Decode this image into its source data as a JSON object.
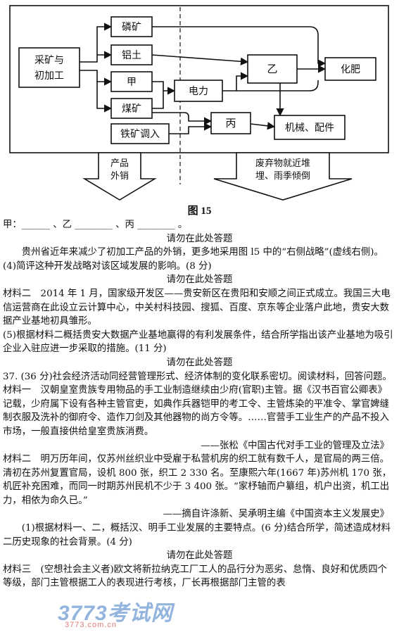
{
  "diagram": {
    "nodes": {
      "mining": "采矿与",
      "mining2": "初加工",
      "phosphate": "磷矿",
      "bauxite": "铝土",
      "jia": "甲",
      "coal": "煤矿",
      "iron": "铁矿调入",
      "power": "电力",
      "yi": "乙",
      "fertilizer": "化肥",
      "bing": "丙",
      "machinery": "机械、配件"
    },
    "arrows": {
      "export1": "产品",
      "export2": "外销",
      "waste1": "废弃物就近堆",
      "waste2": "埋、雨季倾倒"
    }
  },
  "figure_caption": "图 15",
  "lines": [
    {
      "cls": "",
      "text": "甲：______ 、乙 ________ 、丙 ________ 。"
    },
    {
      "cls": "center",
      "text": "请勿在此处答题"
    },
    {
      "cls": "indent",
      "text": "贵州省近年来减少了初加工产品的外销，更多地采用图 l5 中的“右侧战略”(虚线右侧)。"
    },
    {
      "cls": "",
      "text": "(4)简评这种开发战略对该区域发展的影响。(8 分)"
    },
    {
      "cls": "center",
      "text": "请勿在此处答题"
    },
    {
      "cls": "",
      "text": "材料二　2014 年 1 月，国家级开发区——贵安新区在贵阳和安顺之间正式成立。我国三大电信运营商在此设立云计算中心，中关村科技园、搜狐、百度、京东等企业落户此地，贵安大数据产业基地初具雏形。"
    },
    {
      "cls": "",
      "text": "(5)根据材料二概括贵安大数据产业基地赢得的有利发展条件，结合所学指出该产业基地为吸引企业入驻应进一步采取的措施。(11 分)"
    },
    {
      "cls": "center",
      "text": "请勿在此处答题"
    },
    {
      "cls": "",
      "text": "37. (36 分)社会经济活动同经营管理形式、经济体制的变化联系密切。阅读材料，回答问题。"
    },
    {
      "cls": "",
      "text": "材料一　汉朝皇室贵族专用物品的手工业制造继续由少府(官职)主管。据《汉书百官公卿表》记载，少府属下设有各种主管官吏，如典作兵器铠甲的考工令、主管炼染的平准令、掌官婢缝制衣服及洗补的御府令、造作刀剑及其他器物的尚方令等。……官营手工业生产的产品不投入市场，一般直接供给皇室贵族消费。"
    },
    {
      "cls": "right",
      "text": "——张松《中国古代对手工业的管理及立法》"
    },
    {
      "cls": "",
      "text": "材料二　明万历年间，仅苏州丝织业中受雇于私营机房的织工就有数千人，是官局的两三倍。清初在苏州复置官局，设机 800 张，织工 2 330 名。至康熙六年(1667 年)苏州机 170 张，机匠补充困难，而同一时期苏州民机不少于 3 400 张。“家杼轴而户纂组，机户出资，机工出力，相依为命久已。”"
    },
    {
      "cls": "right",
      "text": "——摘自许涤新、吴承明主编《中国资本主义发展史》"
    },
    {
      "cls": "indent",
      "text": "(1)根据材料一、二，概括汉、明手工业发展的主要特点。(6 分)结合所学，简述造成材料二历史现象的社会背景。(4 分)"
    },
    {
      "cls": "center",
      "text": "请勿在此处答题"
    },
    {
      "cls": "",
      "text": "材料三　(空想社会主义者)欧文将新拉纳克工厂工人的品行分为恶劣、怠惰、良好和优质四个等级，部门主管根据工人的表现进行考核，厂长再根据部门主管的表"
    }
  ],
  "watermark": {
    "main": "3773考试网",
    "sub": "3773.com.cn"
  }
}
